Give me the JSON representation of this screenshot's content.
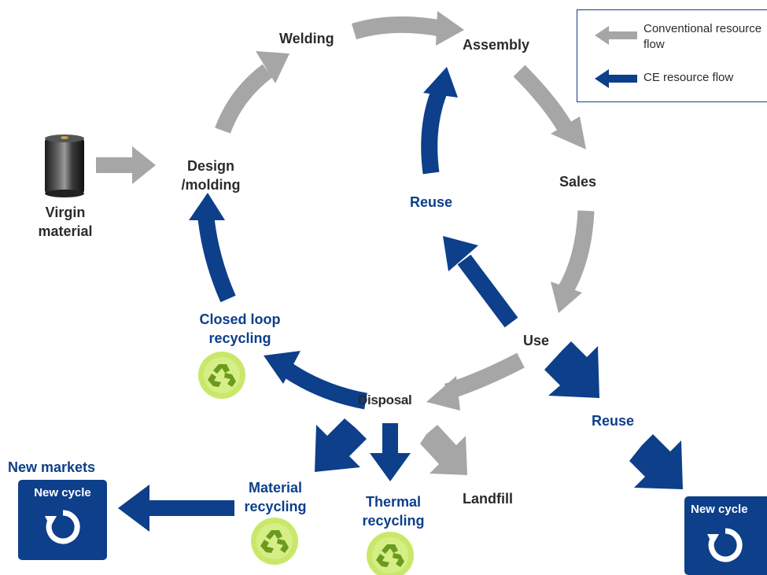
{
  "colors": {
    "conventional": "#a6a6a6",
    "ce": "#0d3f8a",
    "recycle_badge": "#c9e86a",
    "text_dark": "#2b2b2b"
  },
  "legend": {
    "conventional": "Conventional resource flow",
    "ce": "CE resource flow"
  },
  "nodes": {
    "welding": "Welding",
    "assembly": "Assembly",
    "design": "Design /molding",
    "sales": "Sales",
    "use": "Use",
    "disposal": "Disposal",
    "landfill": "Landfill",
    "virgin_material": "Virgin material"
  },
  "ce_labels": {
    "reuse_inner": "Reuse",
    "reuse_outer": "Reuse",
    "closed_loop": "Closed loop recycling",
    "material_recycling": "Material recycling",
    "thermal_recycling": "Thermal recycling",
    "new_markets": "New markets"
  },
  "new_cycle": {
    "label": "New cycle"
  },
  "icons": [
    "recycle-icon",
    "fiber-spool-icon",
    "cycle-arrow-icon"
  ]
}
